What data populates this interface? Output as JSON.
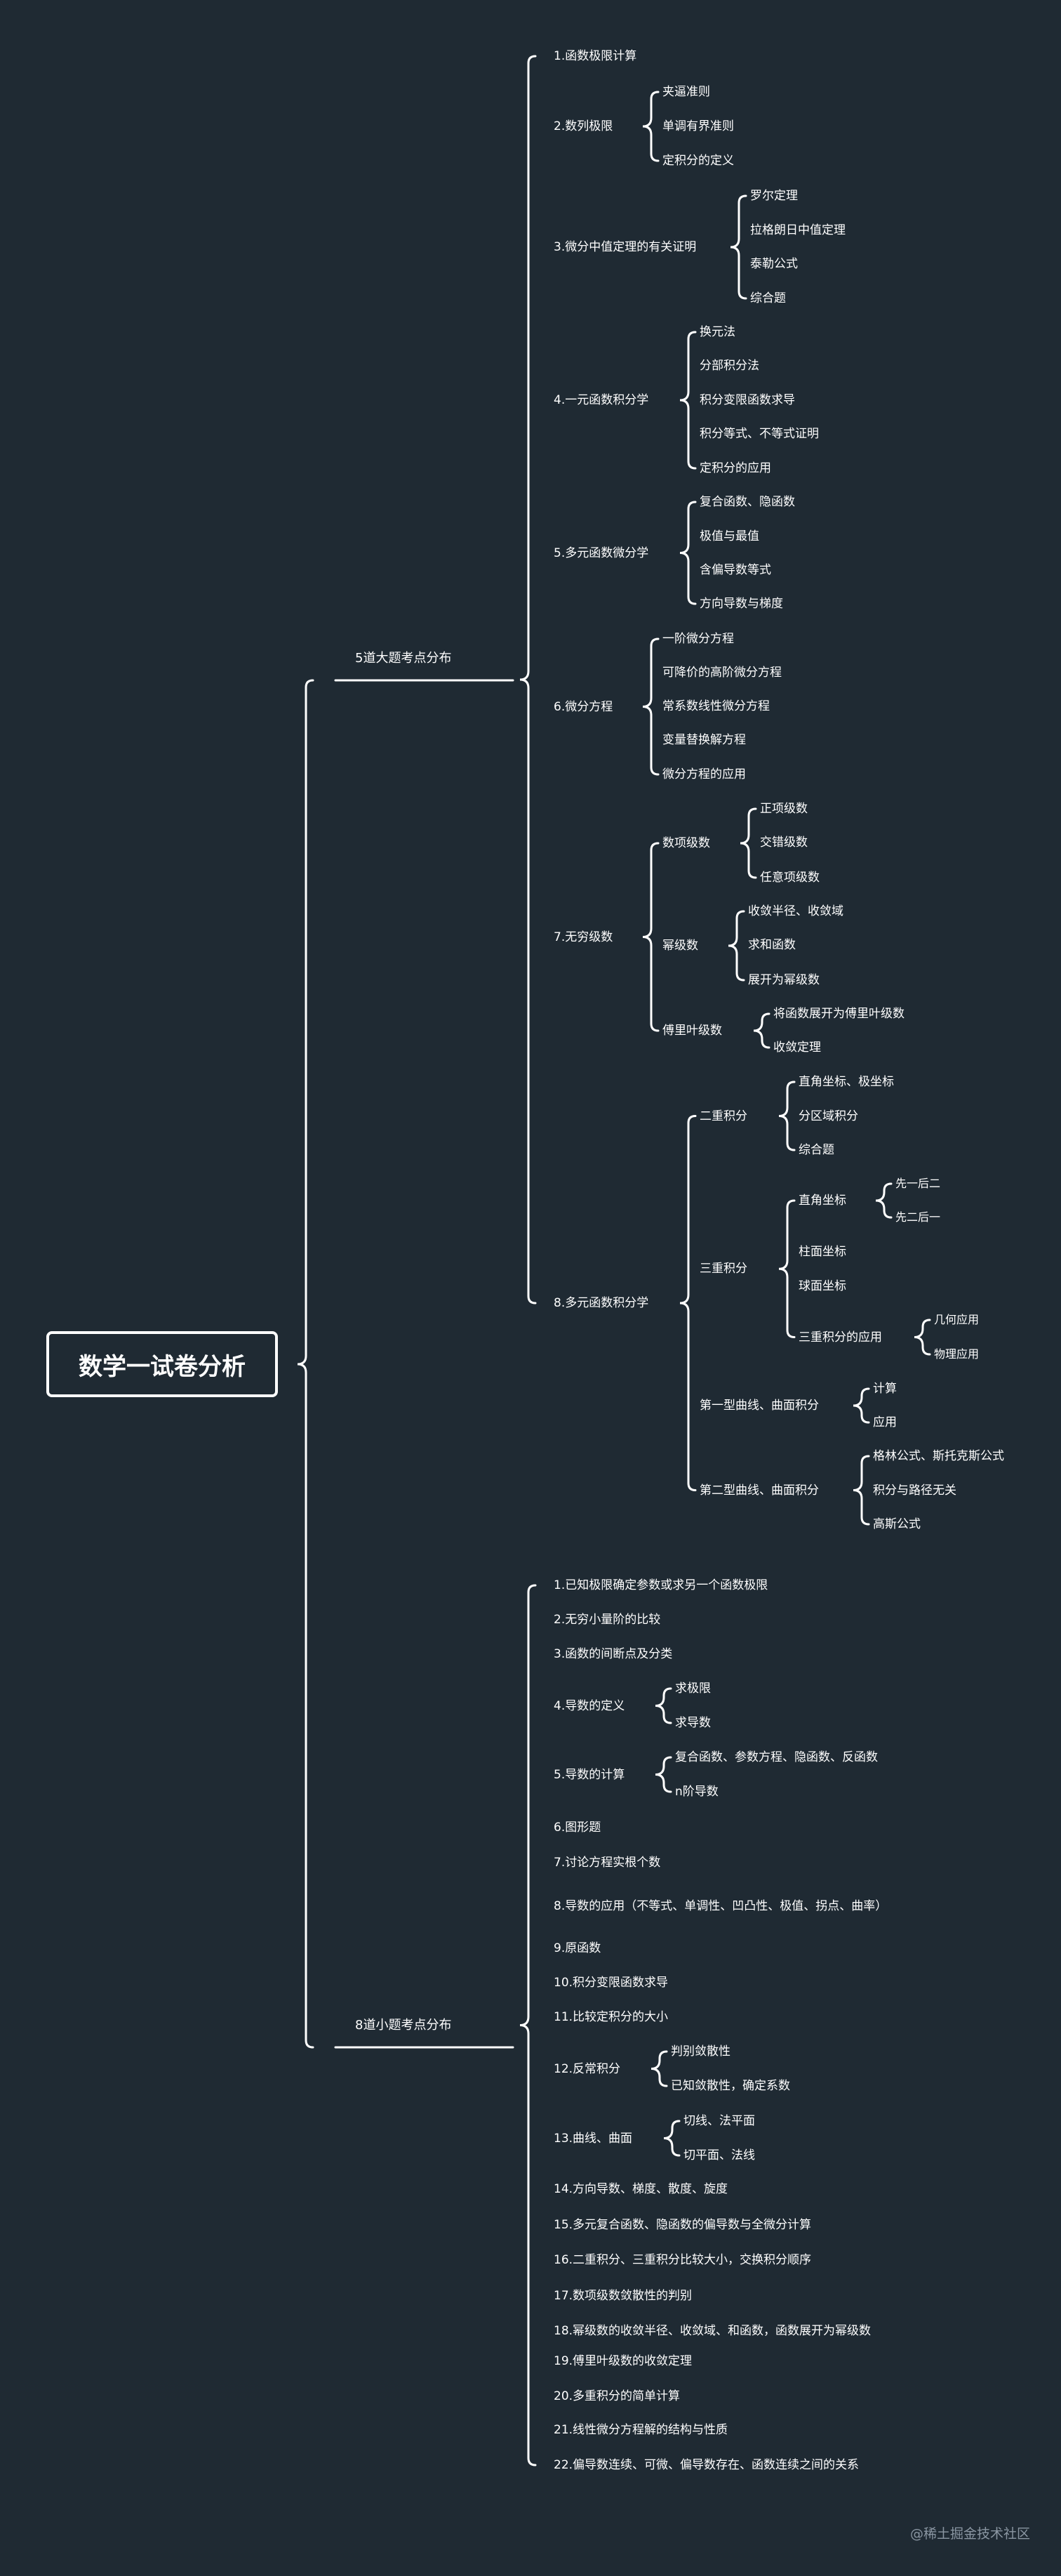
{
  "root": "数学一试卷分析",
  "watermark": "@稀土掘金技术社区",
  "colors": {
    "background": "#1f2a33",
    "lines": "#ffffff",
    "text": "#ffffff",
    "watermark": "#8a96a2"
  },
  "branches": [
    {
      "label": "5道大题考点分布",
      "children": [
        {
          "label": "1.函数极限计算"
        },
        {
          "label": "2.数列极限",
          "children": [
            {
              "label": "夹逼准则"
            },
            {
              "label": "单调有界准则"
            },
            {
              "label": "定积分的定义"
            }
          ]
        },
        {
          "label": "3.微分中值定理的有关证明",
          "children": [
            {
              "label": "罗尔定理"
            },
            {
              "label": "拉格朗日中值定理"
            },
            {
              "label": "泰勒公式"
            },
            {
              "label": "综合题"
            }
          ]
        },
        {
          "label": "4.一元函数积分学",
          "children": [
            {
              "label": "换元法"
            },
            {
              "label": "分部积分法"
            },
            {
              "label": "积分变限函数求导"
            },
            {
              "label": "积分等式、不等式证明"
            },
            {
              "label": "定积分的应用"
            }
          ]
        },
        {
          "label": "5.多元函数微分学",
          "children": [
            {
              "label": "复合函数、隐函数"
            },
            {
              "label": "极值与最值"
            },
            {
              "label": "含偏导数等式"
            },
            {
              "label": "方向导数与梯度"
            }
          ]
        },
        {
          "label": "6.微分方程",
          "children": [
            {
              "label": "一阶微分方程"
            },
            {
              "label": "可降价的高阶微分方程"
            },
            {
              "label": "常系数线性微分方程"
            },
            {
              "label": "变量替换解方程"
            },
            {
              "label": "微分方程的应用"
            }
          ]
        },
        {
          "label": "7.无穷级数",
          "children": [
            {
              "label": "数项级数",
              "children": [
                {
                  "label": "正项级数"
                },
                {
                  "label": "交错级数"
                },
                {
                  "label": "任意项级数"
                }
              ]
            },
            {
              "label": "幂级数",
              "children": [
                {
                  "label": "收敛半径、收敛域"
                },
                {
                  "label": "求和函数"
                },
                {
                  "label": "展开为幂级数"
                }
              ]
            },
            {
              "label": "傅里叶级数",
              "children": [
                {
                  "label": "将函数展开为傅里叶级数"
                },
                {
                  "label": "收敛定理"
                }
              ]
            }
          ]
        },
        {
          "label": "8.多元函数积分学",
          "children": [
            {
              "label": "二重积分",
              "children": [
                {
                  "label": "直角坐标、极坐标"
                },
                {
                  "label": "分区域积分"
                },
                {
                  "label": "综合题"
                }
              ]
            },
            {
              "label": "三重积分",
              "children": [
                {
                  "label": "直角坐标",
                  "children": [
                    {
                      "label": "先一后二"
                    },
                    {
                      "label": "先二后一"
                    }
                  ]
                },
                {
                  "label": "柱面坐标"
                },
                {
                  "label": "球面坐标"
                },
                {
                  "label": "三重积分的应用",
                  "children": [
                    {
                      "label": "几何应用"
                    },
                    {
                      "label": "物理应用"
                    }
                  ]
                }
              ]
            },
            {
              "label": "第一型曲线、曲面积分",
              "children": [
                {
                  "label": "计算"
                },
                {
                  "label": "应用"
                }
              ]
            },
            {
              "label": "第二型曲线、曲面积分",
              "children": [
                {
                  "label": "格林公式、斯托克斯公式"
                },
                {
                  "label": "积分与路径无关"
                },
                {
                  "label": "高斯公式"
                }
              ]
            }
          ]
        }
      ]
    },
    {
      "label": "8道小题考点分布",
      "children": [
        {
          "label": "1.已知极限确定参数或求另一个函数极限"
        },
        {
          "label": "2.无穷小量阶的比较"
        },
        {
          "label": "3.函数的间断点及分类"
        },
        {
          "label": "4.导数的定义",
          "children": [
            {
              "label": "求极限"
            },
            {
              "label": "求导数"
            }
          ]
        },
        {
          "label": "5.导数的计算",
          "children": [
            {
              "label": "复合函数、参数方程、隐函数、反函数"
            },
            {
              "label": "n阶导数"
            }
          ]
        },
        {
          "label": "6.图形题"
        },
        {
          "label": "7.讨论方程实根个数"
        },
        {
          "label": "8.导数的应用（不等式、单调性、凹凸性、极值、拐点、曲率）"
        },
        {
          "label": "9.原函数"
        },
        {
          "label": "10.积分变限函数求导"
        },
        {
          "label": "11.比较定积分的大小"
        },
        {
          "label": "12.反常积分",
          "children": [
            {
              "label": "判别敛散性"
            },
            {
              "label": "已知敛散性，确定系数"
            }
          ]
        },
        {
          "label": "13.曲线、曲面",
          "children": [
            {
              "label": "切线、法平面"
            },
            {
              "label": "切平面、法线"
            }
          ]
        },
        {
          "label": "14.方向导数、梯度、散度、旋度"
        },
        {
          "label": "15.多元复合函数、隐函数的偏导数与全微分计算"
        },
        {
          "label": "16.二重积分、三重积分比较大小，交换积分顺序"
        },
        {
          "label": "17.数项级数敛散性的判别"
        },
        {
          "label": "18.幂级数的收敛半径、收敛域、和函数，函数展开为幂级数"
        },
        {
          "label": "19.傅里叶级数的收敛定理"
        },
        {
          "label": "20.多重积分的简单计算"
        },
        {
          "label": "21.线性微分方程解的结构与性质"
        },
        {
          "label": "22.偏导数连续、可微、偏导数存在、函数连续之间的关系"
        }
      ]
    }
  ]
}
